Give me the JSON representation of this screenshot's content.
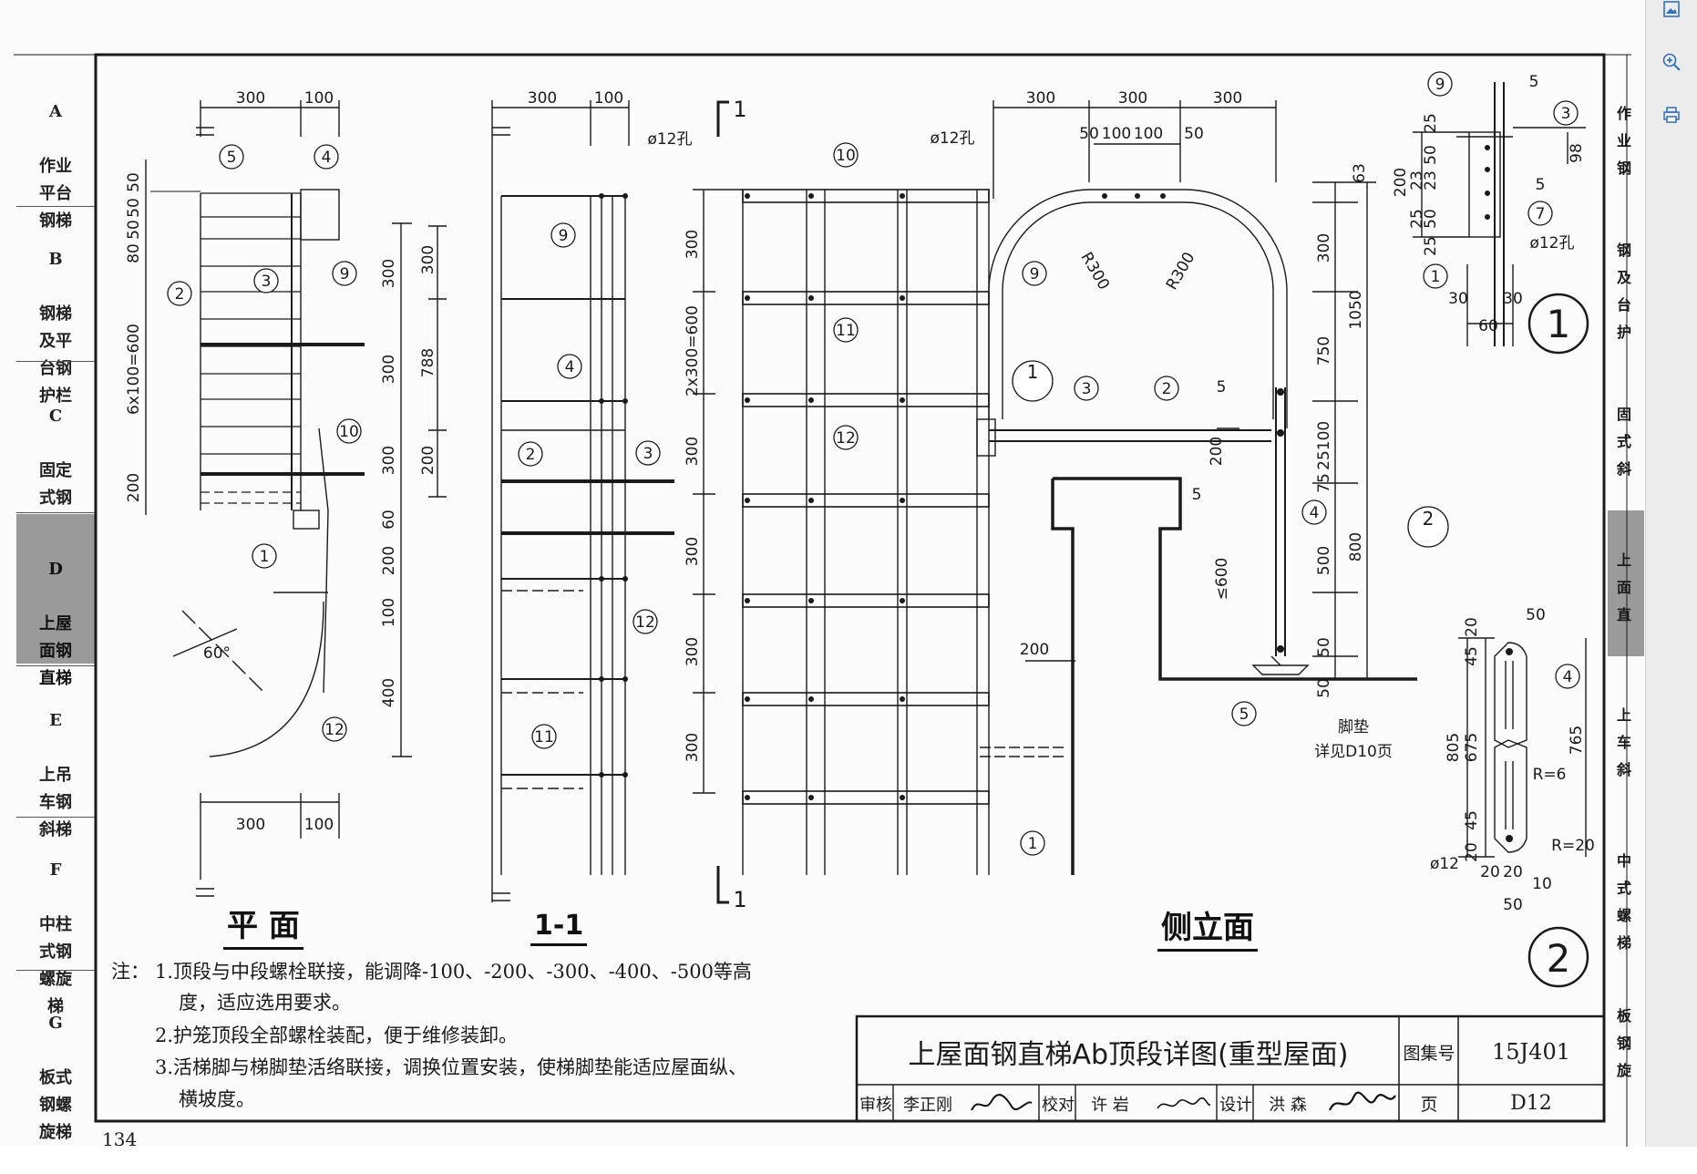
{
  "sections": [
    {
      "letter": "A",
      "label": "作业\n平台\n钢梯"
    },
    {
      "letter": "B",
      "label": "钢梯\n及平\n台钢\n护栏"
    },
    {
      "letter": "C",
      "label": "固定\n式钢\n斜梯"
    },
    {
      "letter": "D",
      "label": "上屋\n面钢\n直梯"
    },
    {
      "letter": "E",
      "label": "上吊\n车钢\n斜梯"
    },
    {
      "letter": "F",
      "label": "中柱\n式钢\n螺旋\n梯"
    },
    {
      "letter": "G",
      "label": "板式\n钢螺\n旋梯"
    }
  ],
  "right_tabs": [
    "作\n业\n钢",
    "钢\n及\n台\n护",
    "固\n式\n斜",
    "上\n面\n直",
    "上\n车\n斜",
    "中\n式\n螺\n梯",
    "板\n钢\n旋"
  ],
  "toolbar": {
    "image_icon": "image-icon",
    "zoom_icon": "zoom-in-icon",
    "print_icon": "print-icon"
  },
  "views": {
    "plan": {
      "title": "平 面",
      "dims_top": [
        "300",
        "100"
      ],
      "dims_bottom": [
        "300",
        "100"
      ],
      "dims_left": [
        "50",
        "50",
        "50",
        "80",
        "6x100=600",
        "200"
      ],
      "dims_right": [
        "300",
        "300",
        "300",
        "60",
        "200",
        "100",
        "400"
      ],
      "angle": "60°",
      "callouts": [
        "5",
        "4",
        "2",
        "3",
        "9",
        "10",
        "1",
        "12"
      ]
    },
    "section": {
      "title": "1-1",
      "dims_top": [
        "300",
        "100"
      ],
      "hole": "ø12孔",
      "dims_left": [
        "300",
        "788",
        "200"
      ],
      "callouts": [
        "9",
        "4",
        "2",
        "3",
        "12",
        "11"
      ]
    },
    "side": {
      "title": "侧立面",
      "cut_mark": "1",
      "dims_top": [
        "300",
        "300",
        "300"
      ],
      "dims_top2": [
        "50",
        "100",
        "100",
        "50"
      ],
      "hole": "ø12孔",
      "dims_left": [
        "300",
        "2x300=600",
        "300",
        "300",
        "300",
        "300"
      ],
      "radius": [
        "R300",
        "R300"
      ],
      "dims_right": [
        "63",
        "300",
        "1050",
        "750",
        "200",
        "100",
        "25",
        "75",
        "800",
        "500",
        "50",
        "50"
      ],
      "dim_600": "≤600",
      "dim_200": "200",
      "weld": [
        "5",
        "5"
      ],
      "detail_ref1": "1",
      "detail_ref2": "2",
      "callouts": [
        "10",
        "9",
        "11",
        "3",
        "2",
        "12",
        "4",
        "5",
        "1"
      ],
      "foot_label": "脚垫",
      "foot_ref": "详见D10页"
    },
    "detail1": {
      "number": "1",
      "callouts": [
        "9",
        "3",
        "7",
        "1"
      ],
      "weld": [
        "5",
        "5"
      ],
      "dims_left": [
        "25",
        "50",
        "23",
        "23",
        "25",
        "50",
        "25"
      ],
      "dims": [
        "200",
        "98",
        "30",
        "30",
        "60"
      ],
      "hole": "ø12孔"
    },
    "detail2": {
      "number": "2",
      "callouts": [
        "4"
      ],
      "dims": [
        "20",
        "45",
        "805",
        "675",
        "45",
        "20",
        "50",
        "765",
        "20",
        "20",
        "10",
        "50"
      ],
      "radii": [
        "R=6",
        "R=20"
      ],
      "dia": "ø12"
    }
  },
  "notes": {
    "prefix": "注：",
    "items": [
      "1.顶段与中段螺栓联接，能调降-100、-200、-300、-400、-500等高",
      "度，适应选用要求。",
      "2.护笼顶段全部螺栓装配，便于维修装卸。",
      "3.活梯脚与梯脚垫活络联接，调换位置安装，使梯脚垫能适应屋面纵、",
      "横坡度。"
    ]
  },
  "title_block": {
    "title": "上屋面钢直梯Ab顶段详图(重型屋面)",
    "atlas_label": "图集号",
    "atlas_no": "15J401",
    "page_label": "页",
    "page_no": "D12",
    "review_label": "审核",
    "reviewer": "李正刚",
    "check_label": "校对",
    "checker": "许 岩",
    "design_label": "设计",
    "designer": "洪 森"
  },
  "page_number": "134"
}
